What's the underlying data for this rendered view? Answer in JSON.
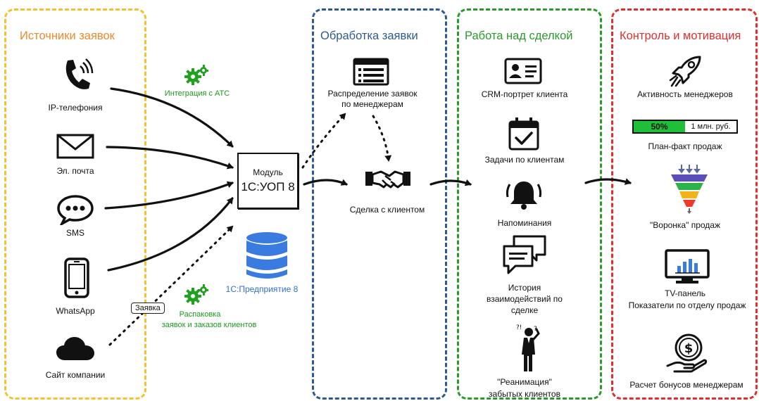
{
  "sections": {
    "sources": {
      "title": "Источники заявок",
      "color": "#f2c230",
      "title_color": "#f0892a"
    },
    "processing": {
      "title": "Обработка заявки",
      "color": "#2e5a8f",
      "title_color": "#2e5a8f"
    },
    "deal_work": {
      "title": "Работа над сделкой",
      "color": "#2b9a2b",
      "title_color": "#2b9a2b"
    },
    "control": {
      "title": "Контроль и мотивация",
      "color": "#e02f2f",
      "title_color": "#e02f2f"
    }
  },
  "sources": {
    "ip": "IP-телефония",
    "email": "Эл. почта",
    "sms": "SMS",
    "whatsapp": "WhatsApp",
    "site": "Сайт компании"
  },
  "integration": {
    "ats": "Интеграция с АТС",
    "unpack_line1": "Распаковка",
    "unpack_line2": "заявок и заказов клиентов",
    "tag": "Заявка"
  },
  "module": {
    "line1": "Модуль",
    "line2": "1С:УОП 8"
  },
  "database": {
    "label": "1С:Предприятие 8",
    "color": "#3a7be0"
  },
  "processing": {
    "distribution_line1": "Распределение заявок",
    "distribution_line2": "по менеджерам",
    "deal": "Сделка с клиентом"
  },
  "deal_work": {
    "crm": "CRM-портрет клиента",
    "tasks": "Задачи по клиентам",
    "reminders": "Напоминания",
    "history_line1": "История",
    "history_line2": "взаимодействий по",
    "history_line3": "сделке",
    "reanimation_line1": "\"Реанимация\"",
    "reanimation_line2": "забытых клиентов"
  },
  "control": {
    "activity": "Активность менеджеров",
    "progress_percent": "50%",
    "progress_fraction": 0.5,
    "progress_target": "1 млн. руб.",
    "plan_fact": "План-факт продаж",
    "funnel": "\"Воронка\" продаж",
    "tv_line1": "TV-панель",
    "tv_line2": "Показатели по отделу продаж",
    "bonus": "Расчет бонусов менеджерам"
  }
}
